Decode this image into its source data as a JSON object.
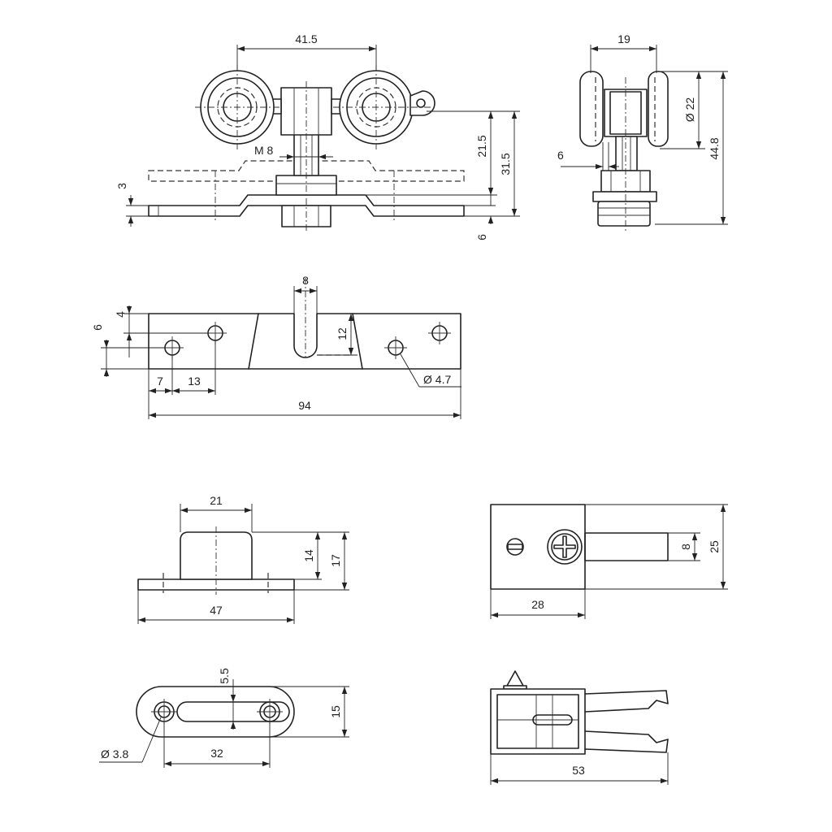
{
  "views": {
    "carriage_front": {
      "dims": {
        "wheel_spacing": "41.5",
        "thread": "M 8",
        "height_21_5": "21.5",
        "height_31_5": "31.5",
        "plate_thickness": "3",
        "offset_6": "6"
      }
    },
    "carriage_side": {
      "dims": {
        "width": "19",
        "wheel_diameter": "Ø 22",
        "total_height": "44.8",
        "stem_width": "6"
      }
    },
    "mounting_plate": {
      "dims": {
        "slot_width": "8",
        "edge_4": "4",
        "edge_6": "6",
        "slot_depth": "12",
        "hole_offset_7": "7",
        "hole_pitch_13": "13",
        "hole_diameter": "Ø 4.7",
        "length": "94"
      }
    },
    "guide_bracket": {
      "dims": {
        "block_width": "21",
        "height_14": "14",
        "height_17": "17",
        "base_length": "47"
      }
    },
    "stopper_top": {
      "dims": {
        "block_width": "28",
        "pin_width": "8",
        "total_height": "25"
      }
    },
    "guide_plate": {
      "dims": {
        "slot_width": "5.5",
        "height": "15",
        "hole_diameter": "Ø 3.8",
        "hole_pitch": "32"
      }
    },
    "stopper_side": {
      "dims": {
        "length": "53"
      }
    }
  }
}
